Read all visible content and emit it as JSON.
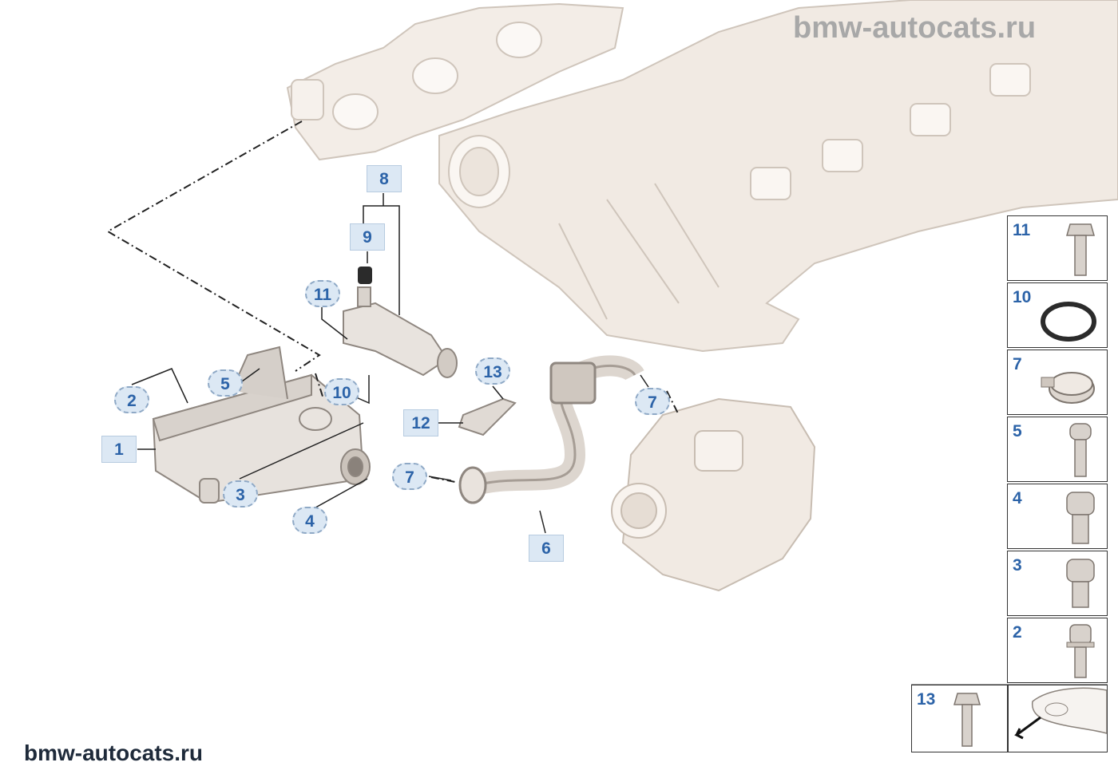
{
  "watermark_top": "bmw-autocats.ru",
  "watermark_bottom": "bmw-autocats.ru",
  "callouts": {
    "c1": "1",
    "c2": "2",
    "c3": "3",
    "c4": "4",
    "c5": "5",
    "c6": "6",
    "c7a": "7",
    "c7b": "7",
    "c8": "8",
    "c9": "9",
    "c10": "10",
    "c11": "11",
    "c12": "12",
    "c13": "13"
  },
  "side_panel": [
    {
      "num": "11",
      "icon": "hex-bolt-icon"
    },
    {
      "num": "10",
      "icon": "gasket-ring-icon"
    },
    {
      "num": "7",
      "icon": "hose-clamp-icon"
    },
    {
      "num": "5",
      "icon": "socket-screw-icon"
    },
    {
      "num": "4",
      "icon": "socket-screw-icon"
    },
    {
      "num": "3",
      "icon": "socket-screw-icon"
    },
    {
      "num": "2",
      "icon": "collar-bolt-icon"
    }
  ],
  "bottom_cell": {
    "num": "13",
    "icon": "hex-bolt-icon"
  },
  "colors": {
    "callout_text": "#2c63a8",
    "callout_bg": "#dce8f4",
    "part": "#efe7df",
    "part_stroke": "#b8ada3"
  }
}
